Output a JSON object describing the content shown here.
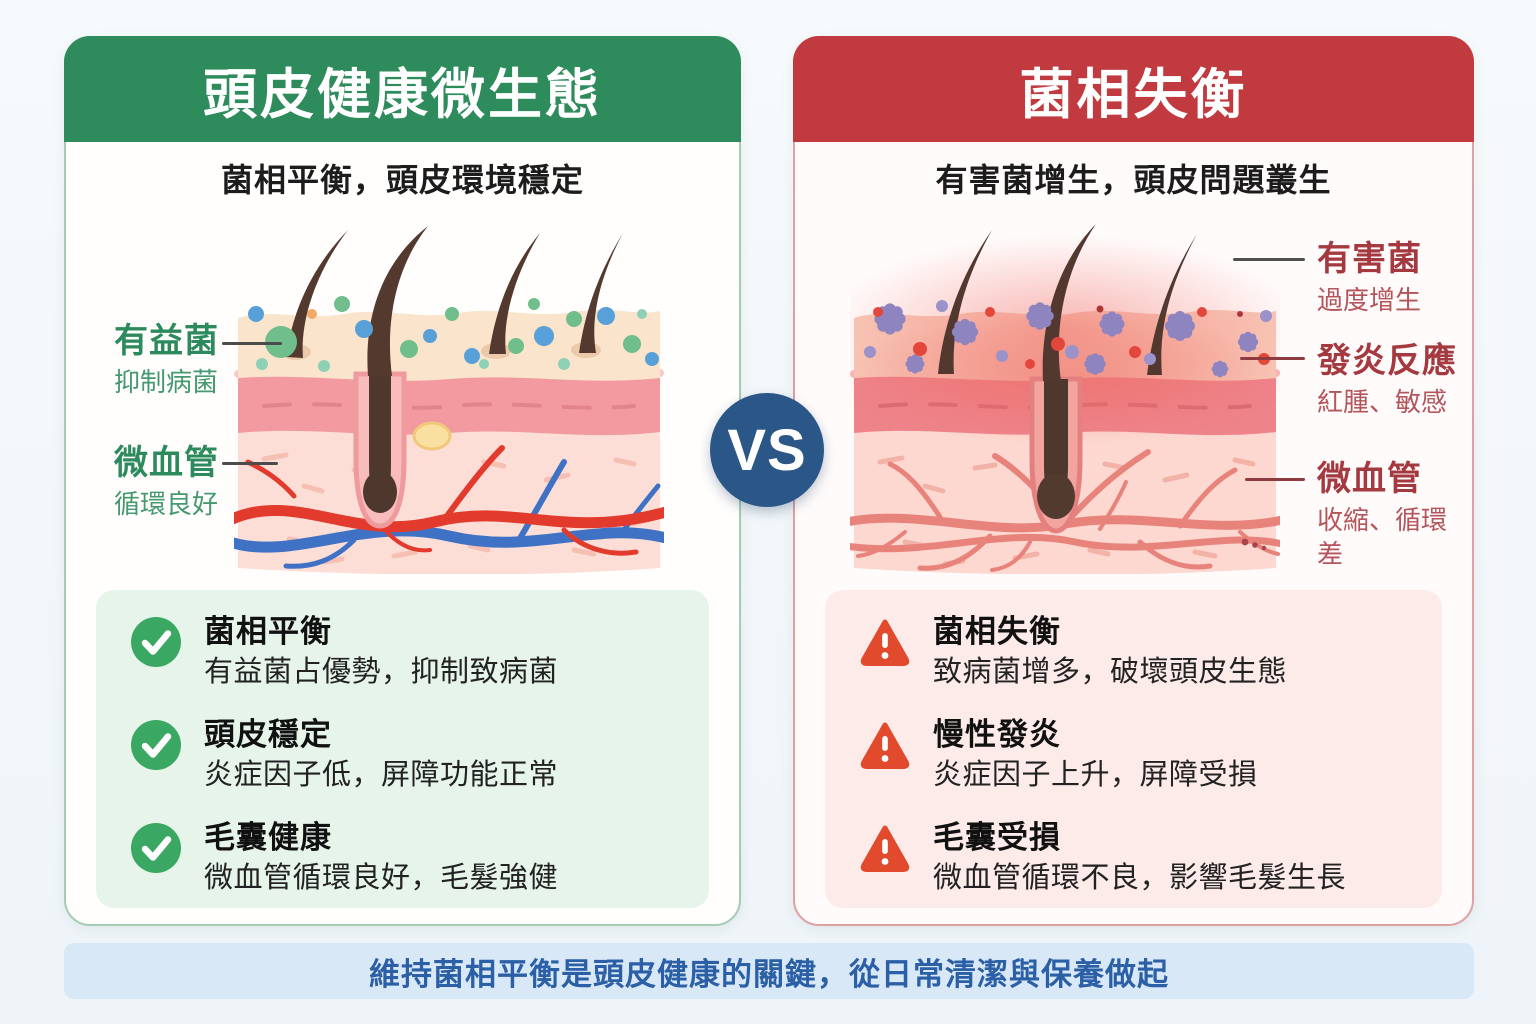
{
  "left_card": {
    "title": "頭皮健康微生態",
    "subtitle": "菌相平衡，頭皮環境穩定",
    "annotations": [
      {
        "title": "有益菌",
        "desc": "抑制病菌"
      },
      {
        "title": "微血管",
        "desc": "循環良好"
      }
    ],
    "items": [
      {
        "icon": "check-circle-icon",
        "title": "菌相平衡",
        "desc": "有益菌占優勢，抑制致病菌"
      },
      {
        "icon": "check-circle-icon",
        "title": "頭皮穩定",
        "desc": "炎症因子低，屏障功能正常"
      },
      {
        "icon": "check-circle-icon",
        "title": "毛囊健康",
        "desc": "微血管循環良好，毛髮強健"
      }
    ]
  },
  "right_card": {
    "title": "菌相失衡",
    "subtitle": "有害菌增生，頭皮問題叢生",
    "annotations": [
      {
        "title": "有害菌",
        "desc": "過度增生"
      },
      {
        "title": "發炎反應",
        "desc": "紅腫、敏感"
      },
      {
        "title": "微血管",
        "desc": "收縮、循環差"
      }
    ],
    "items": [
      {
        "icon": "warning-triangle-icon",
        "title": "菌相失衡",
        "desc": "致病菌增多，破壞頭皮生態"
      },
      {
        "icon": "warning-triangle-icon",
        "title": "慢性發炎",
        "desc": "炎症因子上升，屏障受損"
      },
      {
        "icon": "warning-triangle-icon",
        "title": "毛囊受損",
        "desc": "微血管循環不良，影響毛髮生長"
      }
    ]
  },
  "vs_badge": "VS",
  "footer": {
    "text": "維持菌相平衡是頭皮健康的關鍵，從日常清潔與保養做起"
  },
  "colors": {
    "healthy_header_green": "#2E8B5C",
    "risk_header_red": "#C13A40",
    "vs_circle_blue": "#2A5787",
    "check_icon_green": "#3AA763",
    "warning_icon_orange": "#E14A2C",
    "healthy_panel_bg": "#E6F4EA",
    "risk_panel_bg": "#FCEBE9",
    "footer_bar_bg": "#D9E8F6",
    "footer_text_blue": "#2B5FA6"
  }
}
